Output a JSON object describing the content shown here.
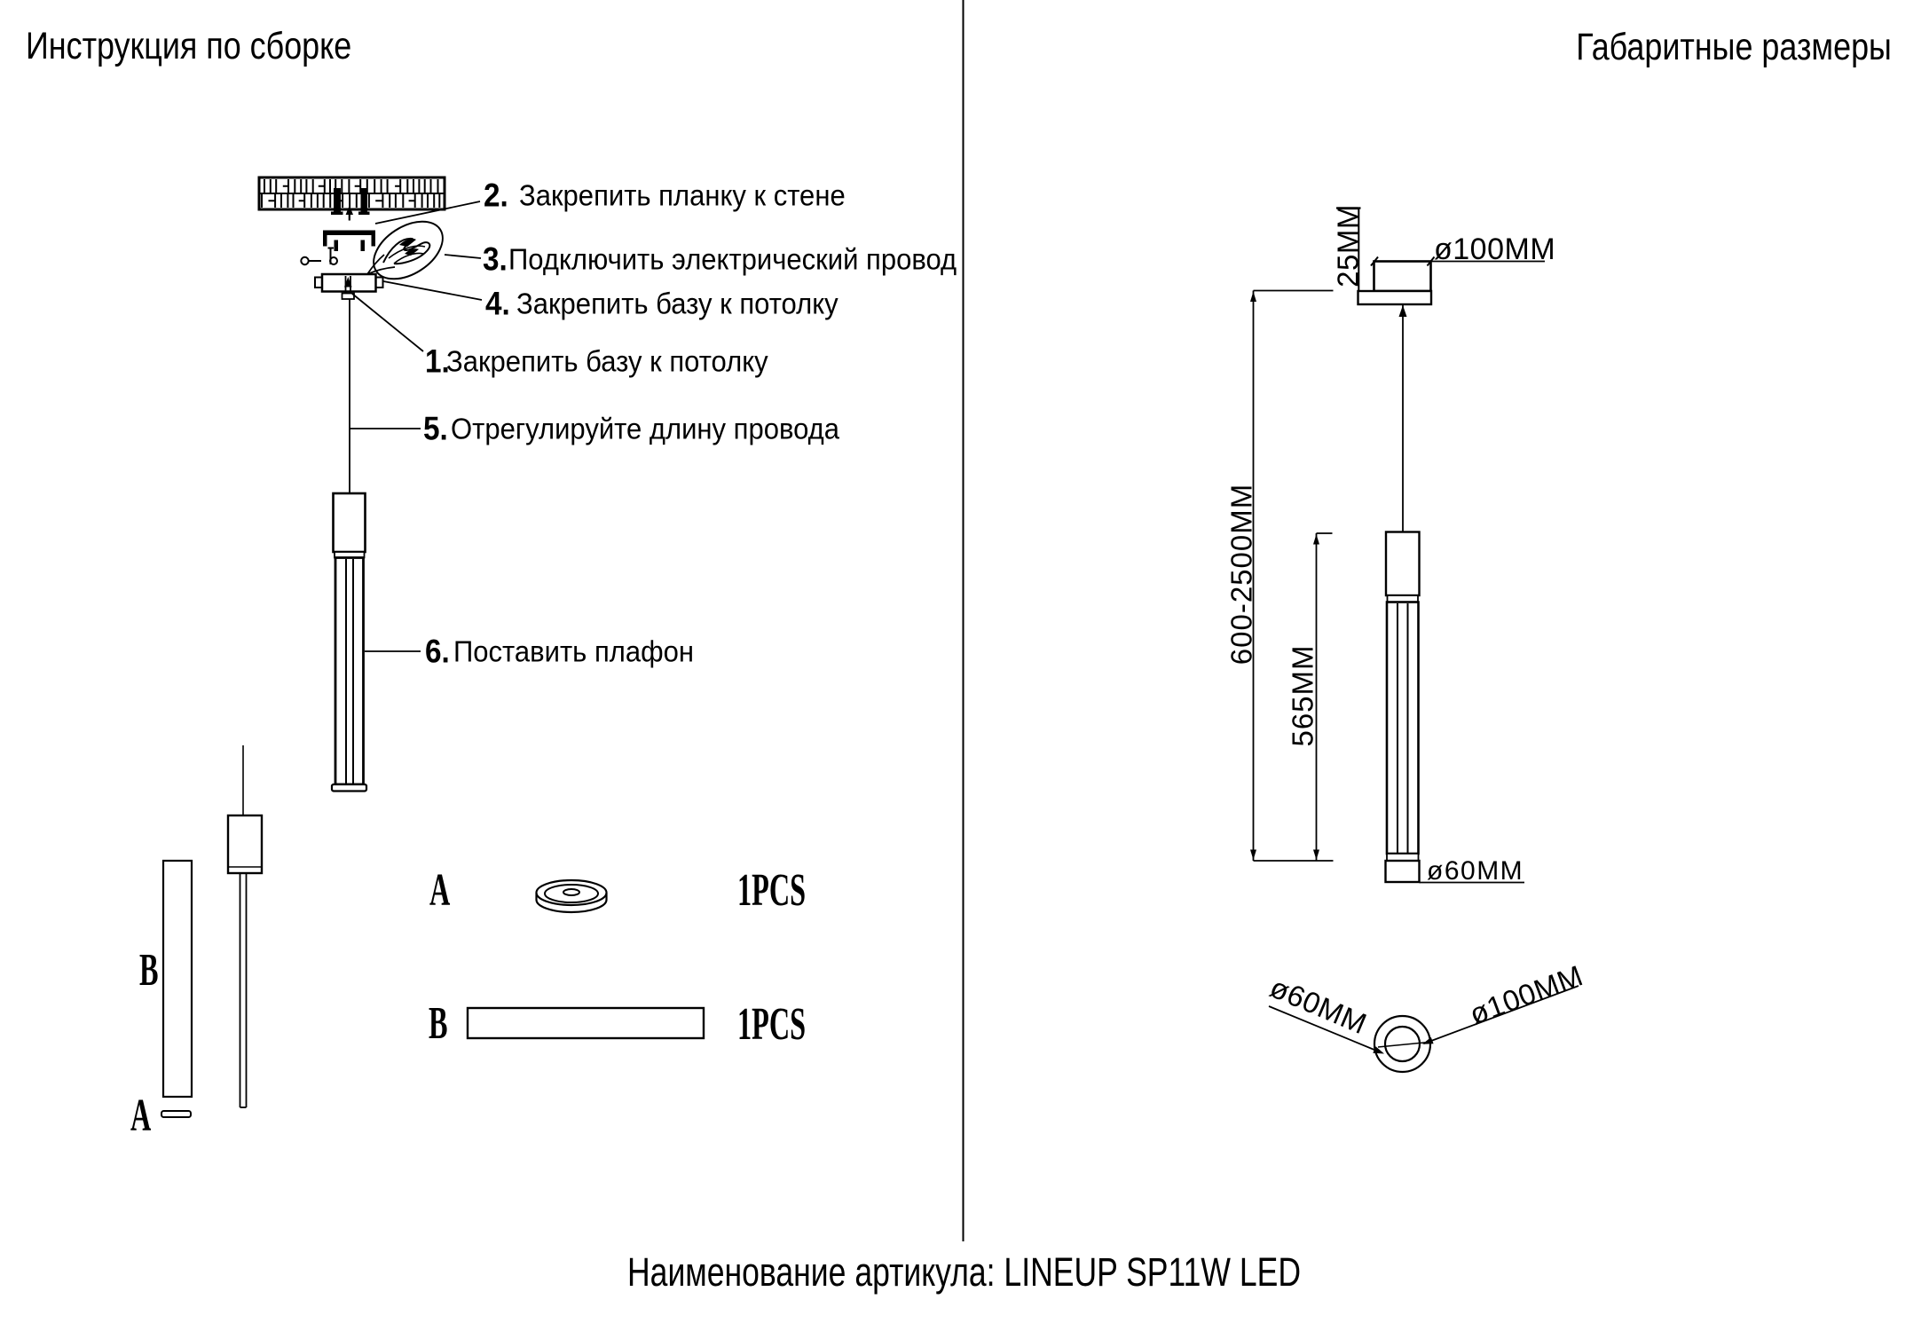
{
  "titles": {
    "left": "Инструкция по сборке",
    "right": "Габаритные размеры"
  },
  "footer": {
    "text": "Наименование артикула: LINEUP SP11W LED"
  },
  "steps": [
    {
      "num": "2.",
      "text": "Закрепить планку к стене"
    },
    {
      "num": "3.",
      "text": "Подключить электрический провод"
    },
    {
      "num": "4.",
      "text": "Закрепить базу к потолку"
    },
    {
      "num": "1.",
      "text": "Закрепить базу к потолку"
    },
    {
      "num": "5.",
      "text": "Отрегулируйте длину провода"
    },
    {
      "num": "6.",
      "text": "Поставить плафон"
    }
  ],
  "components": {
    "shade_label": "B",
    "washer_label": "A"
  },
  "parts_list": [
    {
      "letter": "A",
      "qty": "1PCS"
    },
    {
      "letter": "B",
      "qty": "1PCS"
    }
  ],
  "dimensions": {
    "canopy_height": "25MM",
    "canopy_diameter": "ø100MM",
    "suspension_length": "600-2500MM",
    "shade_length": "565MM",
    "shade_diameter": "ø60MM",
    "bottom_inner_diameter": "ø60MM",
    "bottom_outer_diameter": "ø100MM"
  }
}
